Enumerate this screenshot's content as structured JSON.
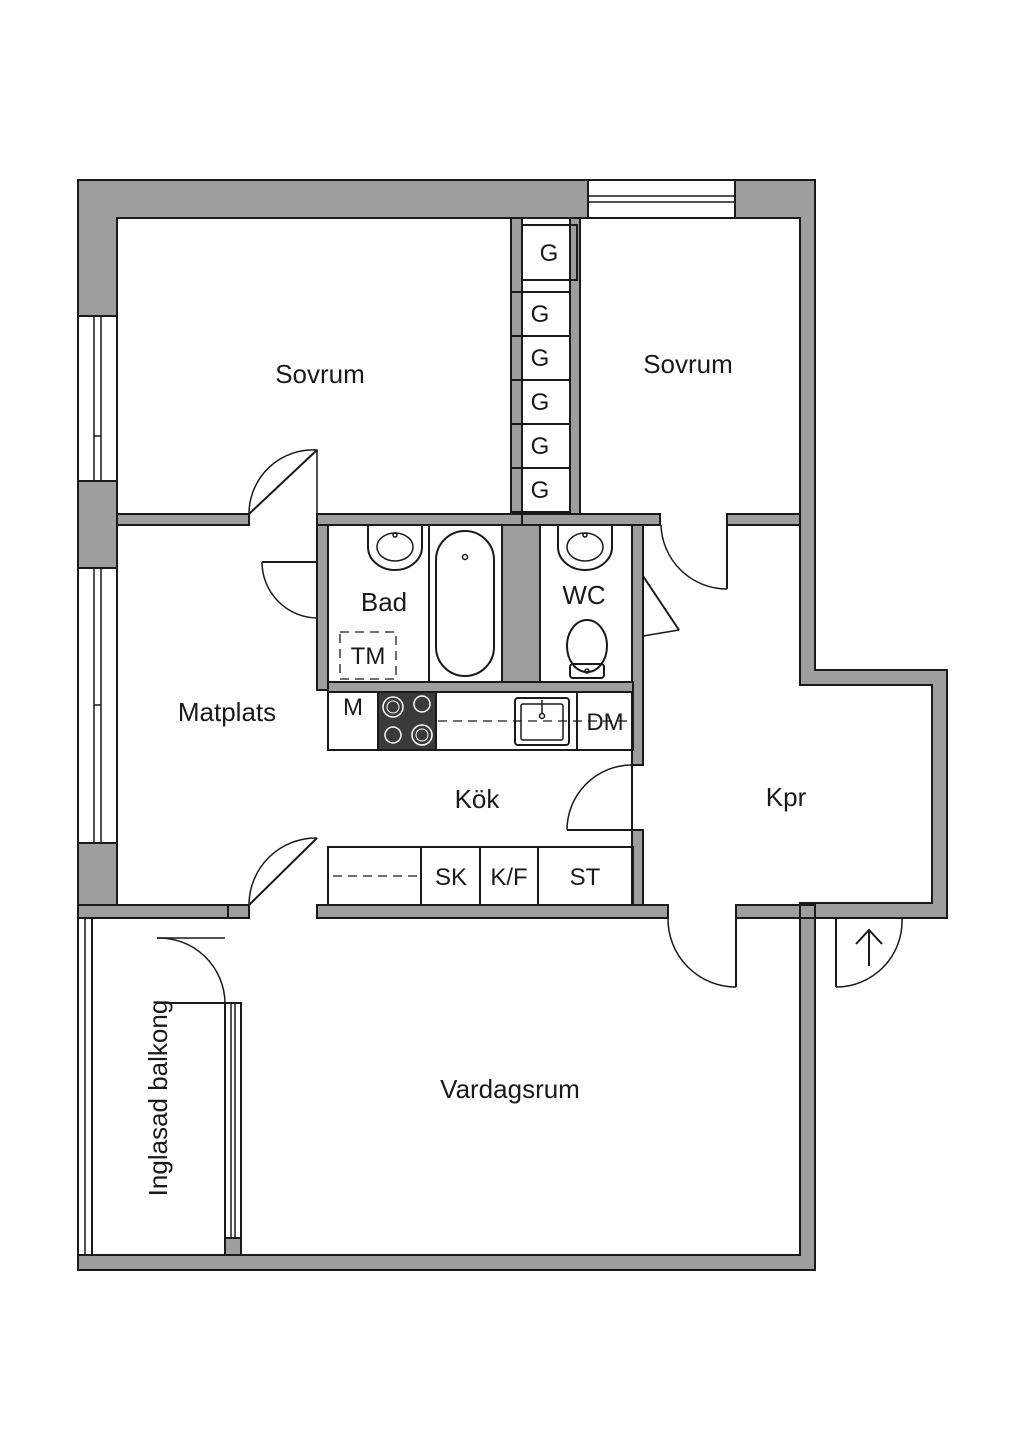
{
  "rooms": {
    "bedroom_1": "Sovrum",
    "bedroom_2": "Sovrum",
    "dining": "Matplats",
    "bath": "Bad",
    "wc": "WC",
    "kitchen": "Kök",
    "hall": "Kpr",
    "living": "Vardagsrum",
    "balcony": "Inglasad balkong"
  },
  "fixtures": {
    "wardrobe": "G",
    "washer": "TM",
    "microwave": "M",
    "dishwasher": "DM",
    "cupboard": "SK",
    "fridge_freezer": "K/F",
    "storage": "ST"
  },
  "colors": {
    "wall": "#9e9e9e",
    "line": "#1a1a1a",
    "stove": "#3a3a3a",
    "background": "#ffffff"
  },
  "icons": {
    "entrance": "arrow-up-icon"
  }
}
